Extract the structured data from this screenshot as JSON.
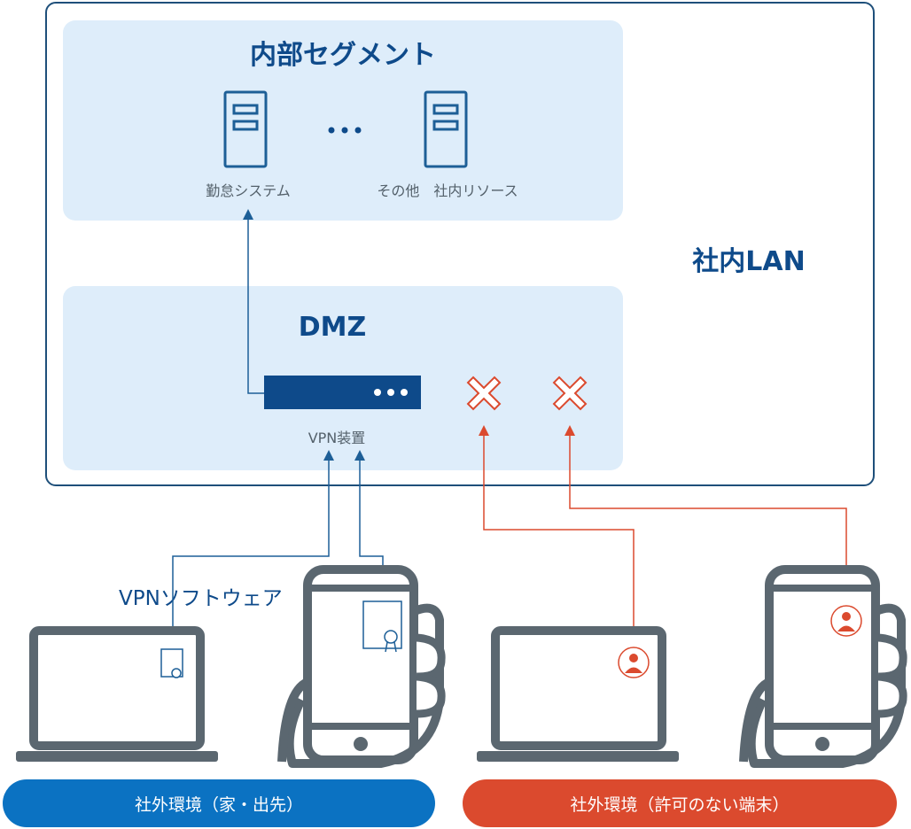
{
  "network": {
    "lan_label": "社内LAN",
    "internal_segment": {
      "title": "内部セグメント",
      "servers": [
        {
          "label": "勤怠システム"
        },
        {
          "label": "その他　社内リソース"
        }
      ],
      "ellipsis_icon": "ellipsis-icon"
    },
    "dmz": {
      "title": "DMZ",
      "vpn_device_label": "VPN装置",
      "blocked_marks": [
        "x-mark-icon",
        "x-mark-icon"
      ]
    }
  },
  "clients": {
    "vpn_software_label": "VPNソフトウェア",
    "home_environment_label": "社外環境（家・出先）",
    "unauthorized_environment_label": "社外環境（許可のない端末）",
    "devices": [
      {
        "type": "laptop-icon",
        "badge": "certificate-icon",
        "access": "allowed"
      },
      {
        "type": "smartphone-icon",
        "badge": "certificate-icon",
        "access": "allowed"
      },
      {
        "type": "laptop-icon",
        "badge": "user-icon",
        "access": "blocked"
      },
      {
        "type": "smartphone-icon",
        "badge": "user-icon",
        "access": "blocked"
      }
    ]
  },
  "colors": {
    "navy": "#0e4a8a",
    "segment_fill": "#deedfa",
    "device_gray": "#5b6770",
    "allowed_line": "#1d5f97",
    "blocked_red": "#db4a2e",
    "home_pill": "#0b72c2",
    "unauthorized_pill": "#db4a2e"
  }
}
